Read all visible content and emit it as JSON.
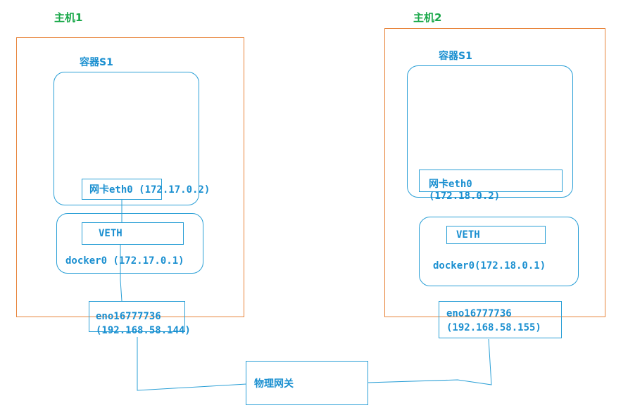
{
  "colors": {
    "host_border": "#e8843a",
    "host_label": "#1aa84a",
    "network": "#1a8fd0"
  },
  "host1": {
    "label": "主机1",
    "container_label": "容器S1",
    "nic": "网卡eth0 (172.17.0.2)",
    "veth": "VETH",
    "bridge": "docker0 (172.17.0.1)",
    "physical_nic_name": "eno16777736",
    "physical_nic_ip": "(192.168.58.144)"
  },
  "host2": {
    "label": "主机2",
    "container_label": "容器S1",
    "nic_name": "网卡eth0",
    "nic_ip": "(172.18.0.2)",
    "veth": "VETH",
    "bridge": "docker0(172.18.0.1)",
    "physical_nic_name": "eno16777736",
    "physical_nic_ip": "(192.168.58.155)"
  },
  "gateway": {
    "label": "物理网关"
  }
}
